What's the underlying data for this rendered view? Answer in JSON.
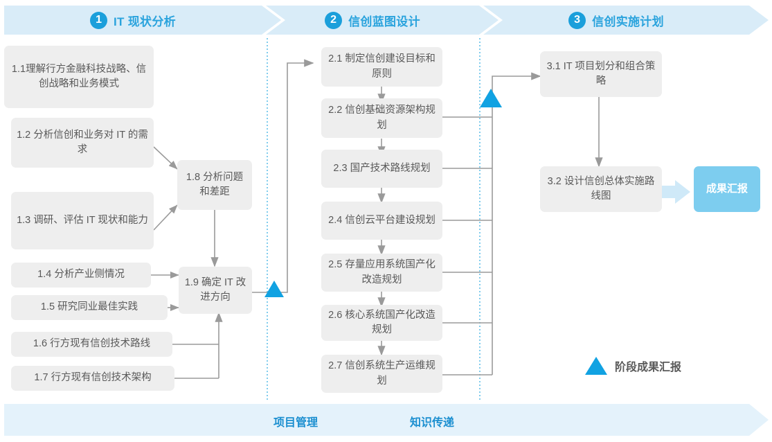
{
  "phases": [
    {
      "num": "1",
      "label": "IT 现状分析"
    },
    {
      "num": "2",
      "label": "信创蓝图设计"
    },
    {
      "num": "3",
      "label": "信创实施计划"
    }
  ],
  "phase1_nodes": [
    {
      "id": "1.1",
      "text": "1.1理解行方金融科技战略、信创战略和业务模式"
    },
    {
      "id": "1.2",
      "text": "1.2 分析信创和业务对 IT 的需求"
    },
    {
      "id": "1.3",
      "text": "1.3 调研、评估 IT 现状和能力"
    },
    {
      "id": "1.4",
      "text": "1.4 分析产业侧情况"
    },
    {
      "id": "1.5",
      "text": "1.5 研究同业最佳实践"
    },
    {
      "id": "1.6",
      "text": "1.6 行方现有信创技术路线"
    },
    {
      "id": "1.7",
      "text": "1.7 行方现有信创技术架构"
    },
    {
      "id": "1.8",
      "text": "1.8 分析问题和差距"
    },
    {
      "id": "1.9",
      "text": "1.9 确定 IT 改进方向"
    }
  ],
  "phase2_nodes": [
    {
      "id": "2.1",
      "text": "2.1 制定信创建设目标和原则"
    },
    {
      "id": "2.2",
      "text": "2.2 信创基础资源架构规划"
    },
    {
      "id": "2.3",
      "text": "2.3 国产技术路线规划"
    },
    {
      "id": "2.4",
      "text": "2.4 信创云平台建设规划"
    },
    {
      "id": "2.5",
      "text": "2.5 存量应用系统国产化改造规划"
    },
    {
      "id": "2.6",
      "text": "2.6 核心系统国产化改造规划"
    },
    {
      "id": "2.7",
      "text": "2.7 信创系统生产运维规划"
    }
  ],
  "phase3_nodes": [
    {
      "id": "3.1",
      "text": "3.1 IT 项目划分和组合策略"
    },
    {
      "id": "3.2",
      "text": "3.2 设计信创总体实施路线图"
    }
  ],
  "result_badge": {
    "text": "成果汇报"
  },
  "legend": {
    "label": "阶段成果汇报"
  },
  "bottom_bar": {
    "project_management": "项目管理",
    "knowledge_transfer": "知识传递"
  },
  "colors": {
    "accent_blue": "#11a2e2",
    "phase_bar_bg": "#d9ecf8",
    "phase_text": "#2aa3dd",
    "node_bg": "#eeeeee",
    "node_text": "#595959",
    "badge_bg": "#7dcdef",
    "bottom_bar_bg": "#e4f2fb",
    "connector": "#9a9a9a",
    "divider_dotted": "#49b6e5"
  }
}
